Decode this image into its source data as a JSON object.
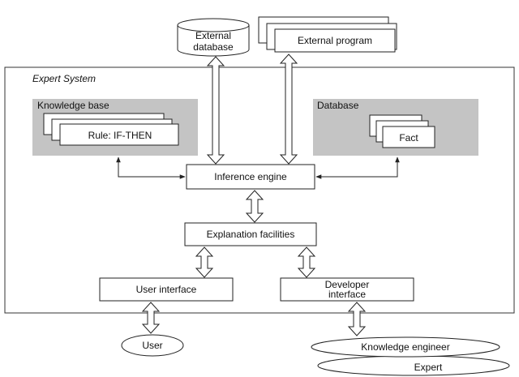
{
  "diagram": {
    "system_label": "Expert System",
    "external_database": {
      "line1": "External",
      "line2": "database"
    },
    "external_program": "External program",
    "knowledge_base": {
      "title": "Knowledge base",
      "rule": "Rule:  IF-THEN"
    },
    "database": {
      "title": "Database",
      "fact": "Fact"
    },
    "inference_engine": "Inference engine",
    "explanation_facilities": "Explanation facilities",
    "user_interface": "User interface",
    "developer_interface": {
      "line1": "Developer",
      "line2": "interface"
    },
    "user": "User",
    "knowledge_engineer": "Knowledge engineer",
    "expert": "Expert"
  }
}
